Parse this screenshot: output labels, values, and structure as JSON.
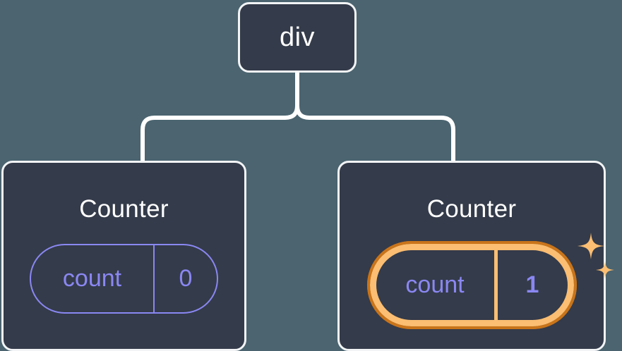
{
  "diagram": {
    "type": "component-tree",
    "background_color": "#4b6470",
    "node_fill_color": "#343b4a",
    "node_border_color": "#f2f4f6",
    "edge_color": "#ffffff",
    "accent_state_color": "#8a87f2",
    "highlight_color": "#fbbe72",
    "highlight_outline_color": "#c9741a"
  },
  "root": {
    "label": "div"
  },
  "children": [
    {
      "title": "Counter",
      "state": {
        "key": "count",
        "value": "0"
      },
      "highlighted": false,
      "sparkle": false
    },
    {
      "title": "Counter",
      "state": {
        "key": "count",
        "value": "1"
      },
      "highlighted": true,
      "sparkle": true
    }
  ]
}
